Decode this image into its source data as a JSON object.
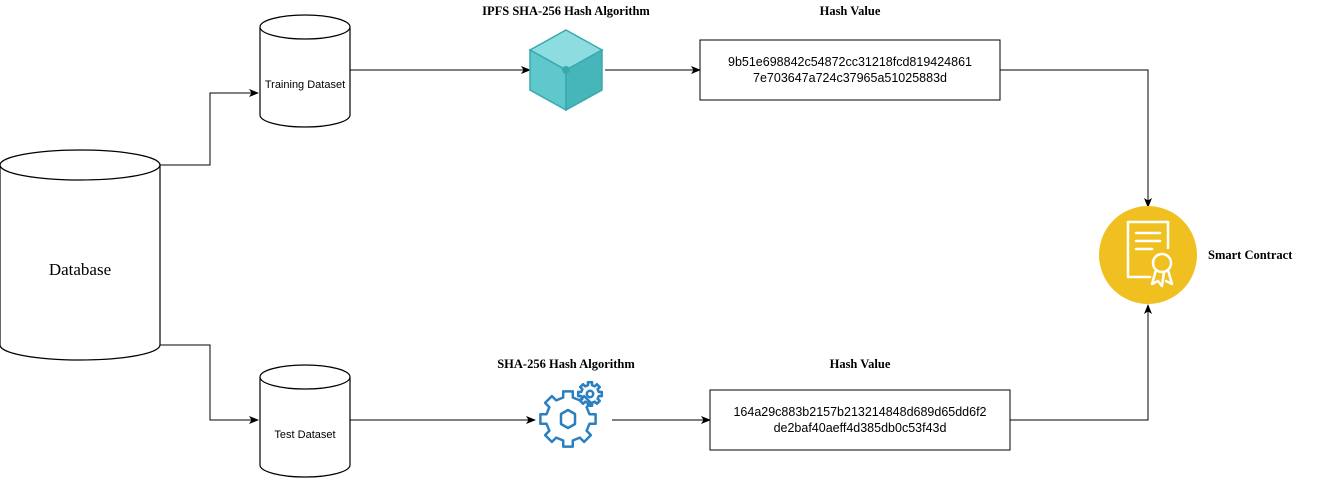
{
  "database": {
    "label": "Database"
  },
  "training": {
    "dataset_label": "Training Dataset",
    "algorithm_label": "IPFS SHA-256 Hash Algorithm",
    "hash_title": "Hash Value",
    "hash_line1": "9b51e698842c54872cc31218fcd819424861",
    "hash_line2": "7e703647a724c37965a51025883d"
  },
  "test": {
    "dataset_label": "Test Dataset",
    "algorithm_label": "SHA-256 Hash Algorithm",
    "hash_title": "Hash Value",
    "hash_line1": "164a29c883b2157b213214848d689d65dd6f2",
    "hash_line2": "de2baf40aeff4d385db0c53f43d"
  },
  "contract": {
    "label": "Smart Contract"
  },
  "colors": {
    "cube": "#5ec8cc",
    "cube_dark": "#3aa9ae",
    "gears": "#2a7fc1",
    "contract": "#f0c020"
  },
  "icons": {
    "algorithm_top": "cube-icon",
    "algorithm_bottom": "gears-icon",
    "contract": "certificate-icon"
  }
}
